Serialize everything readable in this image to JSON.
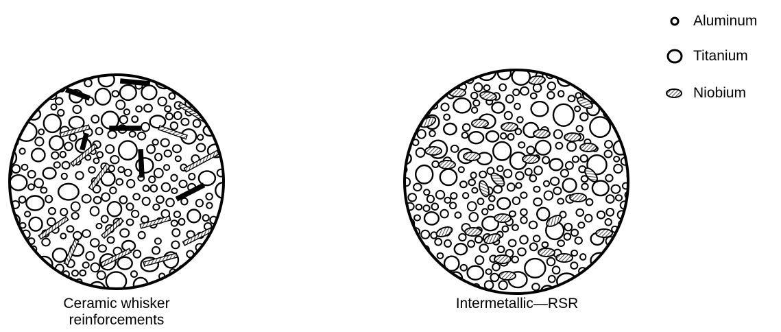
{
  "legend": {
    "aluminum": "Aluminum",
    "titanium": "Titanium",
    "niobium": "Niobium"
  },
  "panels": {
    "left": {
      "caption_line1": "Ceramic whisker",
      "caption_line2": "reinforcements"
    },
    "right": {
      "caption": "Intermetallic—RSR"
    }
  },
  "colors": {
    "outline": "#000000",
    "hatch": "#555555",
    "background": "#ffffff"
  },
  "icons": {
    "aluminum": "small-open-circle-icon",
    "titanium": "large-open-circle-icon",
    "niobium": "hatched-ellipse-icon"
  }
}
